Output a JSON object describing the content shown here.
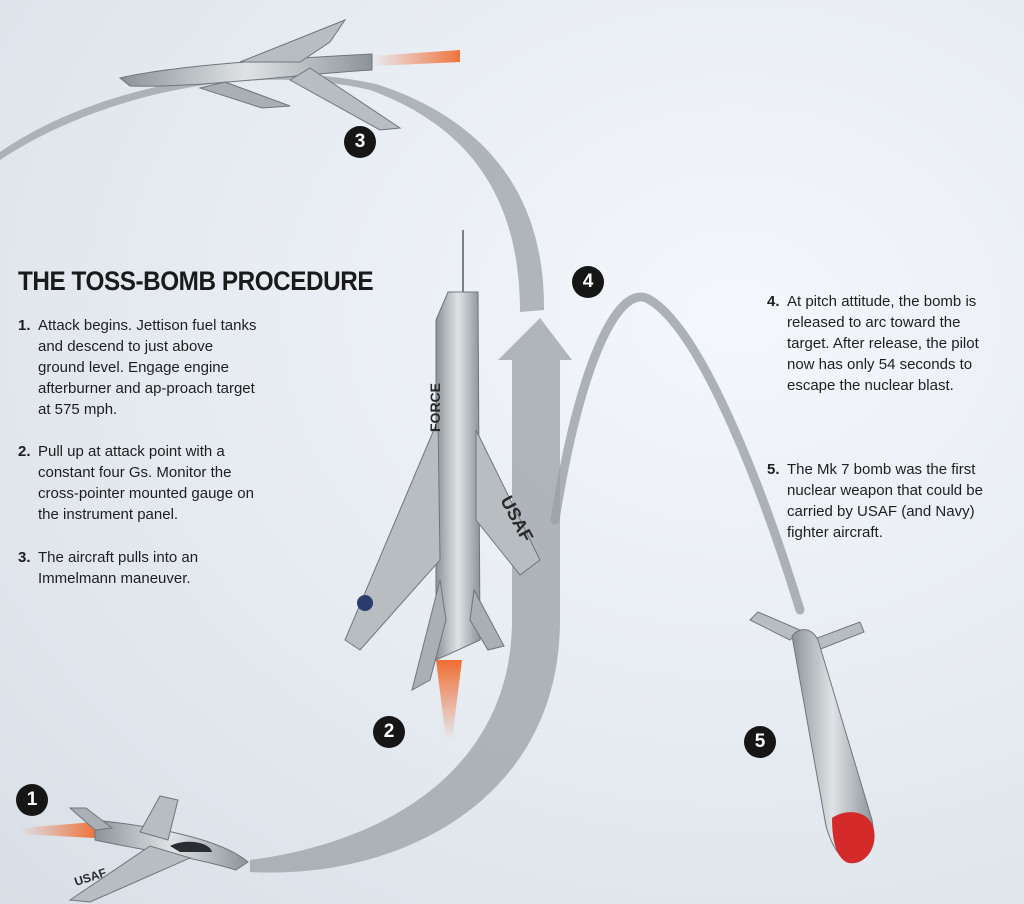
{
  "title": "THE TOSS-BOMB PROCEDURE",
  "steps": [
    {
      "num": "1.",
      "text": "Attack begins. Jettison fuel tanks and descend to just above ground level. Engage engine afterburner and ap-proach target at 575 mph."
    },
    {
      "num": "2.",
      "text": "Pull up at attack point with a constant four Gs. Monitor the cross-pointer mounted gauge on the instrument panel."
    },
    {
      "num": "3.",
      "text": "The aircraft pulls into an Immelmann maneuver."
    },
    {
      "num": "4.",
      "text": "At pitch attitude, the bomb is released to arc toward the target. After release, the pilot now has only 54 seconds to escape the nuclear blast."
    },
    {
      "num": "5.",
      "text": "The Mk 7 bomb was the first nuclear weapon that could be carried by USAF (and Navy) fighter aircraft."
    }
  ],
  "markers": [
    "1",
    "2",
    "3",
    "4",
    "5"
  ],
  "aircraft_markings": {
    "tail": "FORCE",
    "wing": "USAF",
    "belly": "USAF"
  },
  "colors": {
    "text": "#1e1e1e",
    "badge": "#161616",
    "path": "#9aa0a4",
    "aircraft": "#c4c9cc",
    "afterburner": "#f0672a",
    "bomb_nose": "#d42a2a"
  }
}
